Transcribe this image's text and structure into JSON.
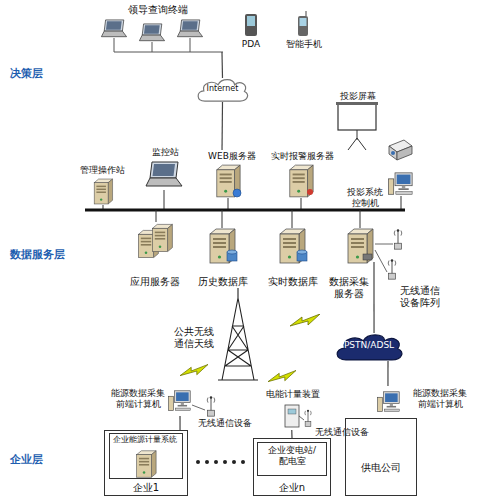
{
  "diagram": {
    "nodes": [
      {
        "text": [
          "领导查询终端"
        ]
      },
      {
        "text": [
          "PDA"
        ]
      },
      {
        "text": [
          "智能手机"
        ]
      },
      {
        "text": [
          "Internet"
        ]
      },
      {
        "text": [
          "投影屏幕"
        ]
      },
      {
        "text": [
          "管理操作站"
        ]
      },
      {
        "text": [
          "监控站"
        ]
      },
      {
        "text": [
          "WEB服务器"
        ]
      },
      {
        "text": [
          "实时报警服务器"
        ]
      },
      {
        "text": [
          "投影系统控制机"
        ]
      },
      {
        "text": [
          "应用服务器"
        ]
      },
      {
        "text": [
          "历史数据库"
        ]
      },
      {
        "text": [
          "实时数据库"
        ]
      },
      {
        "text": [
          "数据采集服务器"
        ]
      },
      {
        "text": [
          "无线通信设备阵列"
        ]
      },
      {
        "text": [
          "公共无线通信天线"
        ]
      },
      {
        "text": [
          "PSTN/ADSL"
        ]
      },
      {
        "text": [
          "能源数据采集前端计算机"
        ]
      },
      {
        "text": [
          "无线通信设备"
        ]
      },
      {
        "text": [
          "企业1"
        ]
      },
      {
        "text": [
          "企业能源计量系统"
        ],
        "in": 19
      },
      {
        "text": [
          "企业n"
        ]
      },
      {
        "text": [
          "电能计量装置"
        ]
      },
      {
        "text": [
          "无线通信设备"
        ]
      },
      {
        "text": [
          "企业变电站/配电室"
        ],
        "in": 21
      },
      {
        "text": [
          "供电公司"
        ]
      },
      {
        "text": [
          "能源数据采集前端计算机"
        ]
      }
    ],
    "edges": [
      {
        "from": 0,
        "to": 3,
        "arrow": "none"
      },
      {
        "from": 3,
        "to": 7,
        "arrow": "none"
      },
      {
        "from": 13,
        "to": 16,
        "arrow": "none"
      },
      {
        "from": 16,
        "to": 26,
        "arrow": "none"
      },
      {
        "from": 17,
        "to": 19,
        "arrow": "none"
      },
      {
        "from": 22,
        "to": 21,
        "arrow": "none"
      }
    ],
    "labels": [
      "决策层",
      "数据服务层",
      "企业层"
    ]
  }
}
